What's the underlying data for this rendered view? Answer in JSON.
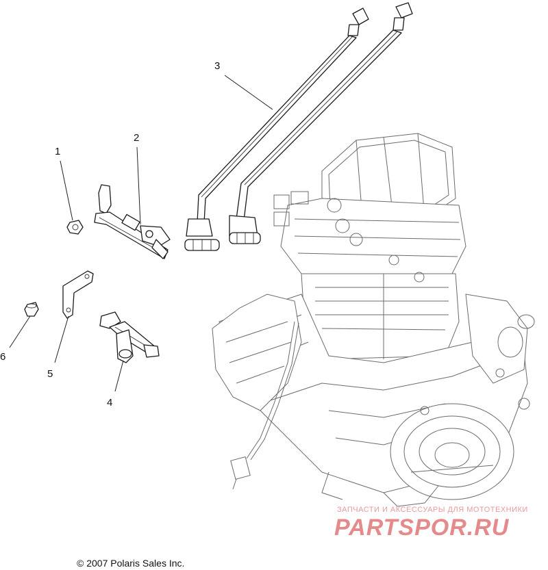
{
  "callouts": {
    "c1": "1",
    "c2": "2",
    "c3": "3",
    "c4": "4",
    "c5": "5",
    "c6": "6"
  },
  "footer": {
    "copyright": "© 2007 Polaris Sales Inc."
  },
  "watermark": {
    "tagline": "ЗАПЧАСТИ И АКСЕССУАРЫ ДЛЯ МОТОТЕХНИКИ",
    "logo_text": "PARTSPOR.RU"
  },
  "colors": {
    "line": "#1a1a1a",
    "engine_line": "#6a6a6a",
    "watermark": "#e58a8a"
  }
}
